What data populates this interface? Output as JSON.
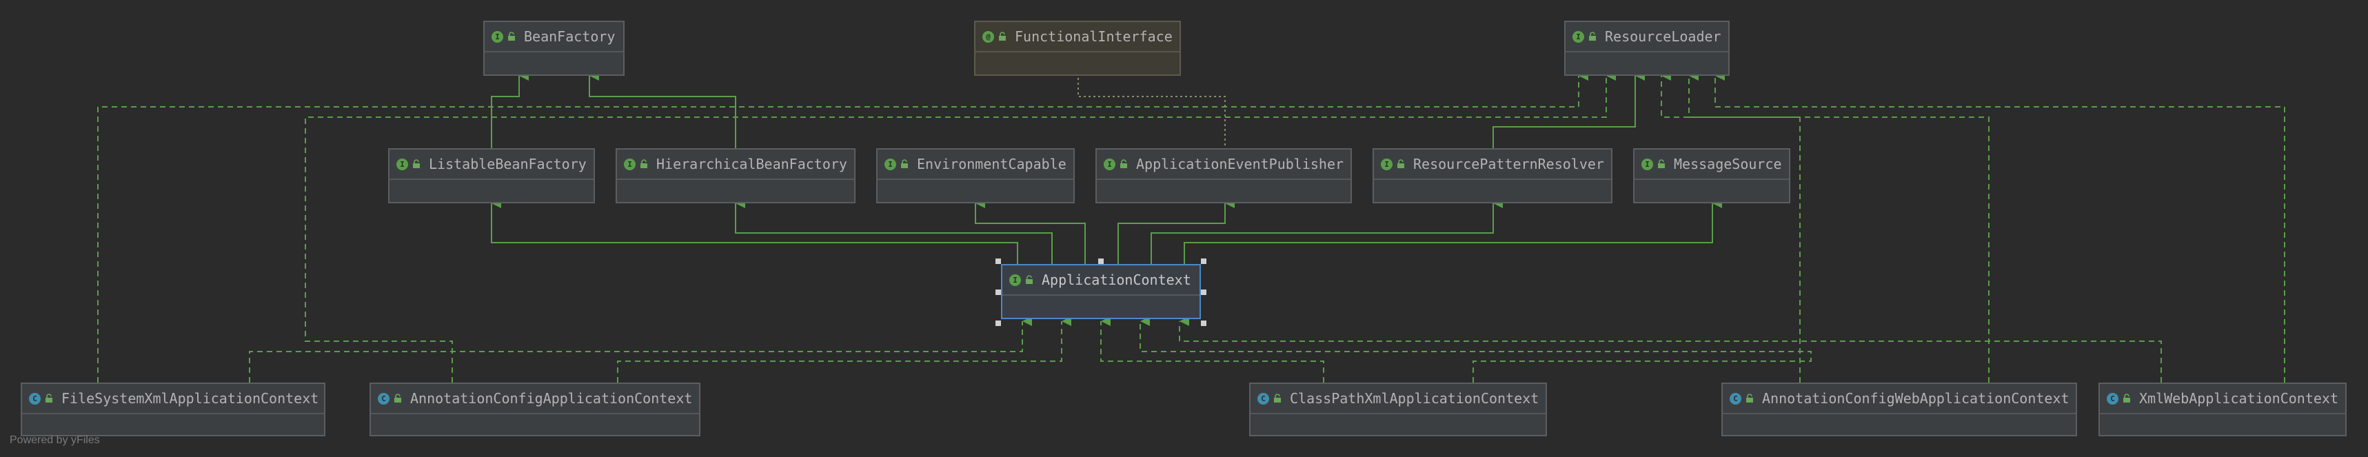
{
  "footer": {
    "powered_by": "Powered by yFiles"
  },
  "colors": {
    "background": "#2b2b2b",
    "inheritance_edge": "#5a9e4a",
    "annotation_edge": "#8a8a6a",
    "selection": "#4a88c7"
  },
  "diagram": {
    "nodes": {
      "bean_factory": {
        "label": "BeanFactory",
        "kind": "interface",
        "kind_icon": "I"
      },
      "functional_interface": {
        "label": "FunctionalInterface",
        "kind": "annotation",
        "kind_icon": "@"
      },
      "resource_loader": {
        "label": "ResourceLoader",
        "kind": "interface",
        "kind_icon": "I"
      },
      "listable_bean_factory": {
        "label": "ListableBeanFactory",
        "kind": "interface",
        "kind_icon": "I"
      },
      "hierarchical_bean_factory": {
        "label": "HierarchicalBeanFactory",
        "kind": "interface",
        "kind_icon": "I"
      },
      "environment_capable": {
        "label": "EnvironmentCapable",
        "kind": "interface",
        "kind_icon": "I"
      },
      "application_event_publisher": {
        "label": "ApplicationEventPublisher",
        "kind": "interface",
        "kind_icon": "I"
      },
      "resource_pattern_resolver": {
        "label": "ResourcePatternResolver",
        "kind": "interface",
        "kind_icon": "I"
      },
      "message_source": {
        "label": "MessageSource",
        "kind": "interface",
        "kind_icon": "I"
      },
      "application_context": {
        "label": "ApplicationContext",
        "kind": "interface",
        "kind_icon": "I",
        "selected": true
      },
      "file_system_xml_application_context": {
        "label": "FileSystemXmlApplicationContext",
        "kind": "class",
        "kind_icon": "C"
      },
      "annotation_config_application_context": {
        "label": "AnnotationConfigApplicationContext",
        "kind": "class",
        "kind_icon": "C"
      },
      "class_path_xml_application_context": {
        "label": "ClassPathXmlApplicationContext",
        "kind": "class",
        "kind_icon": "C"
      },
      "annotation_config_web_application_context": {
        "label": "AnnotationConfigWebApplicationContext",
        "kind": "class",
        "kind_icon": "C"
      },
      "xml_web_application_context": {
        "label": "XmlWebApplicationContext",
        "kind": "class",
        "kind_icon": "C"
      }
    }
  }
}
